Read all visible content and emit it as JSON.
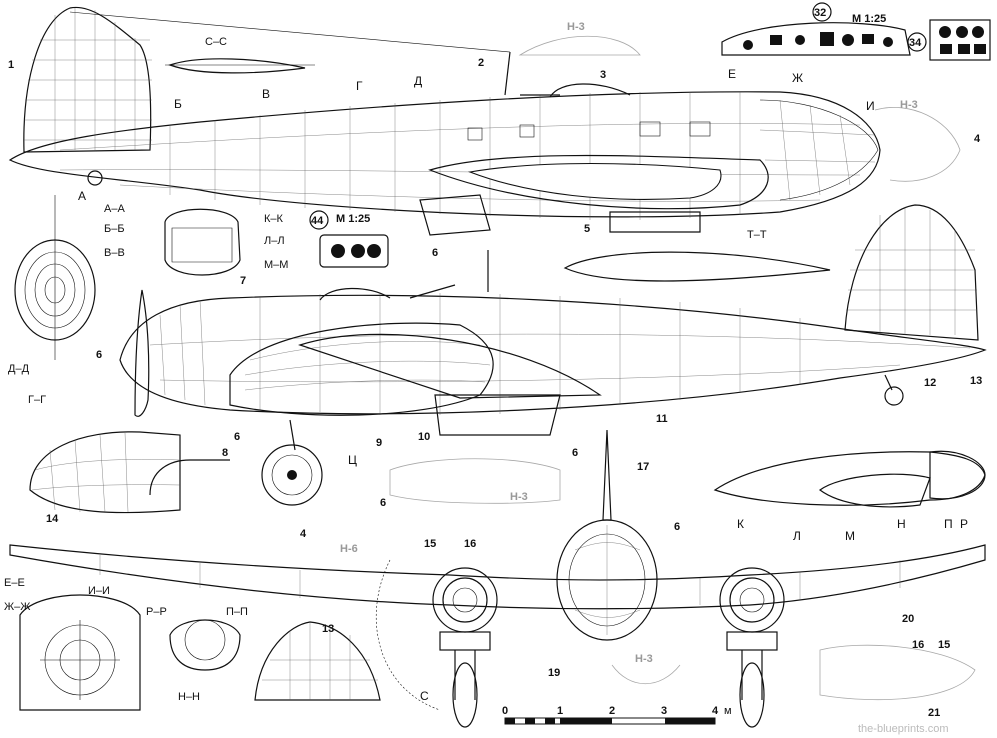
{
  "scale_labels": {
    "top": "М 1:25",
    "side": "М 1:25"
  },
  "circled": [
    "32",
    "34",
    "44"
  ],
  "ghost_tags": [
    "Н-3",
    "Н-3",
    "Н-3",
    "Н-3",
    "Н-6"
  ],
  "sections": [
    "С–С",
    "А–А",
    "Б–Б",
    "В–В",
    "Д–Д",
    "Г–Г",
    "К–К",
    "Л–Л",
    "М–М",
    "Т–Т",
    "Е–Е",
    "Ж–Ж",
    "И–И",
    "Р–Р",
    "П–П",
    "Н–Н"
  ],
  "station_letters_top": [
    "Б",
    "В",
    "Г",
    "Д",
    "Е",
    "Ж",
    "И",
    "А"
  ],
  "station_letters_mid": [
    "К",
    "Л",
    "М",
    "Н",
    "П",
    "Р",
    "Ц"
  ],
  "bottom_letter": "С",
  "callouts": [
    "1",
    "2",
    "3",
    "4",
    "5",
    "6",
    "6",
    "7",
    "6",
    "8",
    "9",
    "10",
    "11",
    "12",
    "13",
    "6",
    "14",
    "6",
    "4",
    "17",
    "6",
    "15",
    "16",
    "19",
    "20",
    "16",
    "15",
    "13",
    "21"
  ],
  "scale_bar": {
    "ticks": [
      "0",
      "1",
      "2",
      "3",
      "4"
    ],
    "unit": "м"
  },
  "watermark": "the-blueprints.com",
  "colors": {
    "ink": "#111111",
    "ghost": "#a8a8a8",
    "paper": "#ffffff"
  }
}
